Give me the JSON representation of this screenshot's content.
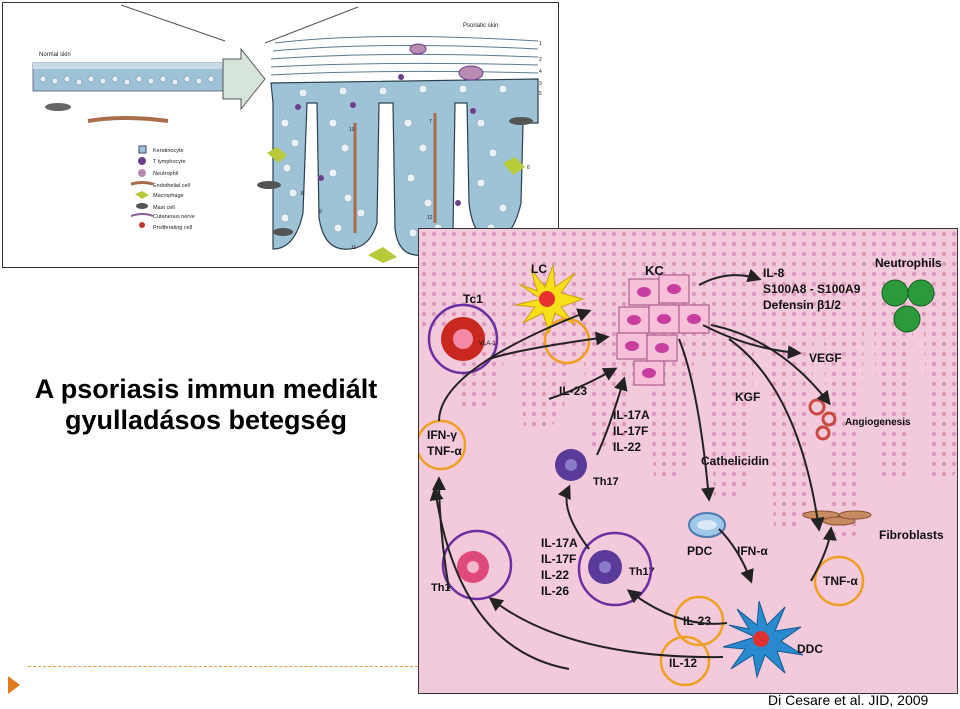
{
  "title": {
    "line1": "A psoriasis immun mediált",
    "line2": "gyulladásos betegség"
  },
  "citation": "Di Cesare et al. JID, 2009",
  "top_panel": {
    "normal_label": "Normal skin",
    "psoriatic_label": "Psoriatic skin",
    "legend": [
      "Keratinocyte",
      "T lymphocyte",
      "Neutrophil",
      "Endothelial cell",
      "Macrophage",
      "Mast cell",
      "Cutaneous nerve",
      "Proliferating cell"
    ],
    "numbers": [
      "1",
      "2",
      "3",
      "4",
      "5",
      "6",
      "7",
      "8",
      "9",
      "10",
      "11",
      "12"
    ]
  },
  "bottom_panel": {
    "labels": {
      "lc": "LC",
      "tc1": "Tc1",
      "vla": "VLA-1",
      "kc": "KC",
      "il8": "IL-8",
      "s100": "S100A8 - S100A9",
      "defensin": "Defensin β1/2",
      "neutrophils": "Neutrophils",
      "vegf": "VEGF",
      "kgf": "KGF",
      "angiogenesis": "Angiogenesis",
      "il23_top": "IL-23",
      "il17a": "IL-17A",
      "il17f": "IL-17F",
      "il22": "IL-22",
      "ifn": "IFN-γ",
      "tnf_left": "TNF-α",
      "th17_top": "Th17",
      "cathelicidin": "Cathelicidin",
      "pdc": "PDC",
      "ifna": "IFN-α",
      "fibroblasts": "Fibroblasts",
      "il17a_b": "IL-17A",
      "il17f_b": "IL-17F",
      "il22_b": "IL-22",
      "il26": "IL-26",
      "th17_bottom": "Th17",
      "th1": "Th1",
      "tnf_right": "TNF-α",
      "il23_bottom": "IL-23",
      "il12": "IL-12",
      "ddc": "DDC"
    }
  },
  "colors": {
    "purple_circle": "#6a2fa0",
    "orange_circle": "#f0a020",
    "arrow": "#222222",
    "tissue": "#f3c9dc"
  }
}
